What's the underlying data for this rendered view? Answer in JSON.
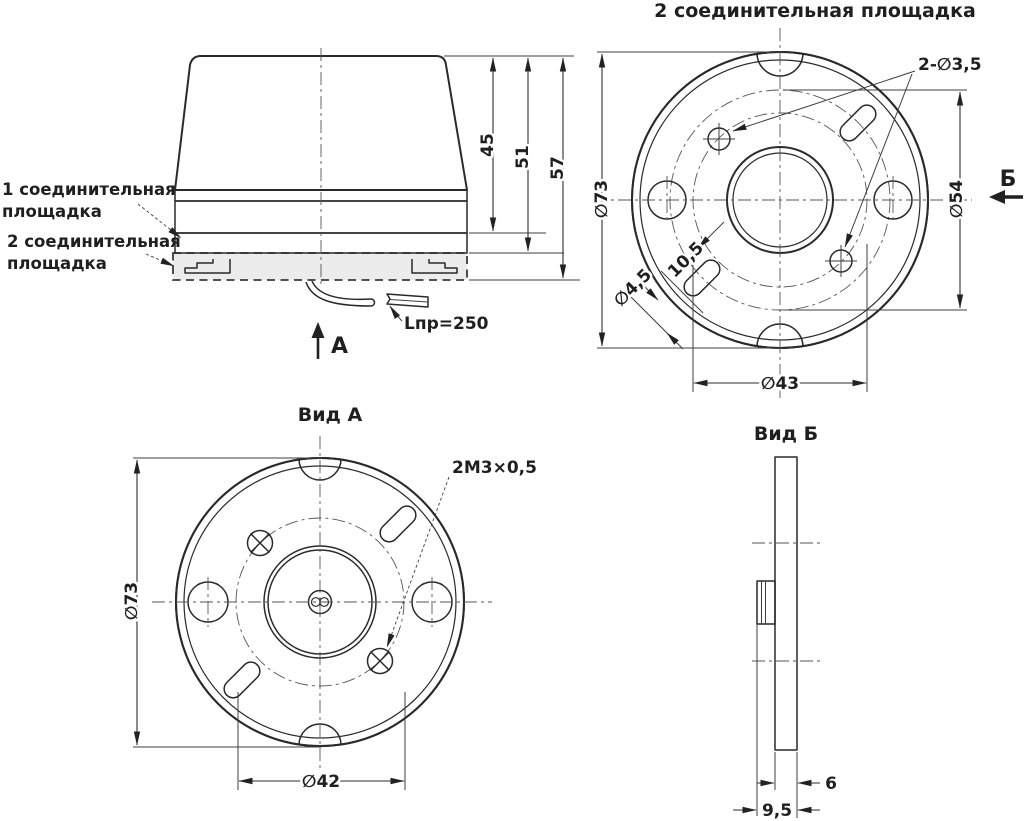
{
  "drawing": {
    "top_title": "2 соединительная площадка",
    "colors": {
      "line": "#2a2a2a",
      "fill_light": "#ececec",
      "fill_mid": "#c7c7c7",
      "fill_dark": "#a3a3a3"
    },
    "side_view": {
      "pad1_line1": "1 соединительная",
      "pad1_line2": "площадка",
      "pad2_line1": "2 соединительная",
      "pad2_line2": "площадка",
      "dim_height_inner": "45",
      "dim_height_mid": "51",
      "dim_height_total": "57",
      "wire_length": "Lпр=250",
      "view_arrow_label": "А"
    },
    "top_view": {
      "holes_label": "2-∅3,5",
      "dim_outer": "∅73",
      "dim_holes_circle": "∅54",
      "dim_mount_circle": "∅43",
      "dim_slot_width": "∅4,5",
      "dim_slot_length": "10,5",
      "view_arrow_label": "Б"
    },
    "view_a": {
      "title": "Вид А",
      "dim_outer": "∅73",
      "dim_screw_circle": "∅42",
      "thread_label": "2М3×0,5"
    },
    "view_b": {
      "title": "Вид Б",
      "dim_plate_thickness": "6",
      "dim_total_thickness": "9,5"
    }
  }
}
